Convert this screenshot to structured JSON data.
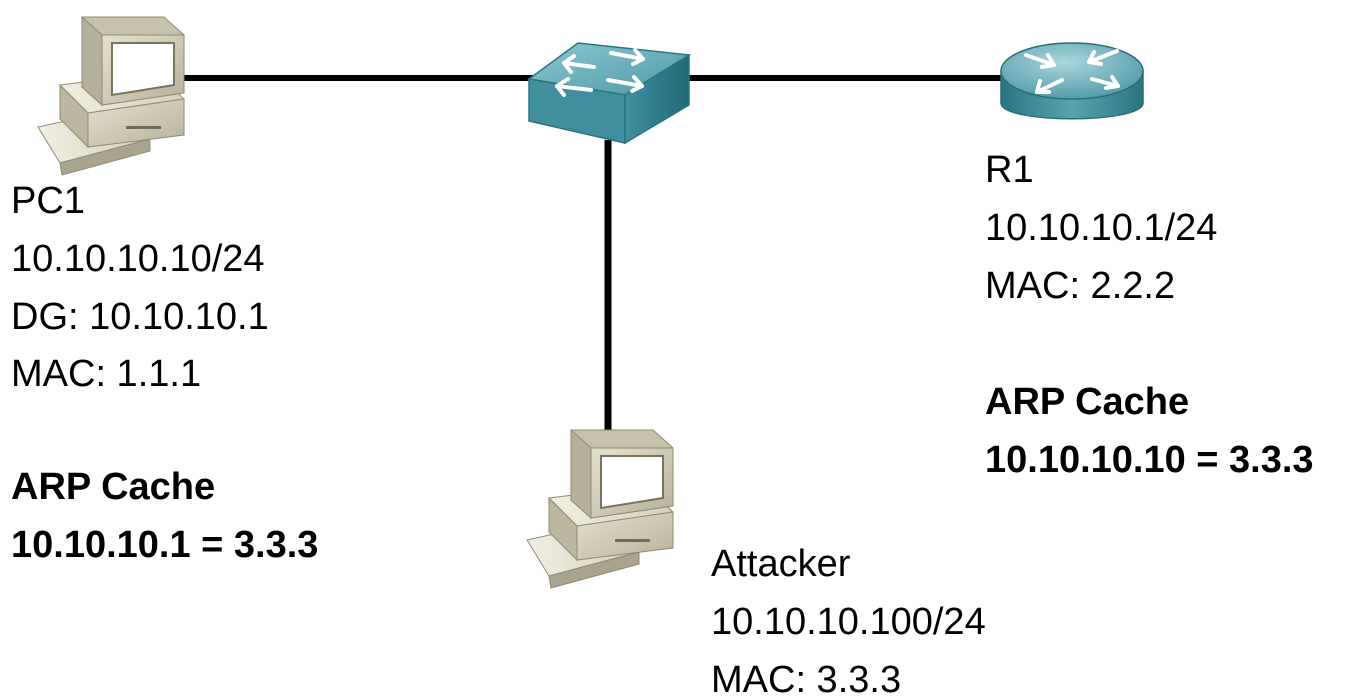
{
  "devices": {
    "pc1": {
      "icon": "workstation-icon",
      "name": "PC1",
      "ip": "10.10.10.10/24",
      "gateway": "DG: 10.10.10.1",
      "mac": "MAC: 1.1.1",
      "arp_cache": {
        "title": "ARP Cache",
        "entry": "10.10.10.1 = 3.3.3"
      }
    },
    "switch": {
      "icon": "switch-icon"
    },
    "r1": {
      "icon": "router-icon",
      "name": "R1",
      "ip": "10.10.10.1/24",
      "mac": "MAC: 2.2.2",
      "arp_cache": {
        "title": "ARP Cache",
        "entry": "10.10.10.10 = 3.3.3"
      }
    },
    "attacker": {
      "icon": "workstation-icon",
      "name": "Attacker",
      "ip": "10.10.10.100/24",
      "mac": "MAC: 3.3.3"
    }
  },
  "links": [
    {
      "from": "PC1",
      "to": "switch"
    },
    {
      "from": "switch",
      "to": "R1"
    },
    {
      "from": "switch",
      "to": "Attacker"
    }
  ],
  "colors": {
    "link": "#000000",
    "switch_top": "#66aab7",
    "switch_side": "#2f8090",
    "router_top": "#75b7c3",
    "router_side": "#2d7f8e",
    "computer_case": "#d4d0b8",
    "computer_screen": "#ffffff"
  }
}
